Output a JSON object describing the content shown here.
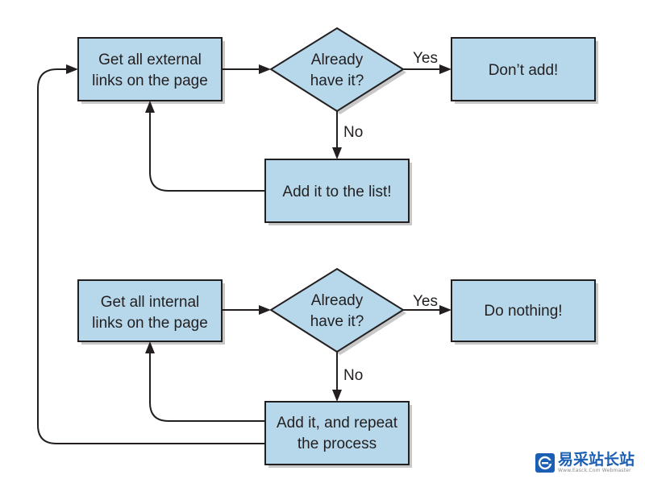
{
  "nodes": {
    "external": {
      "lines": [
        "Get all external",
        "links on the page"
      ]
    },
    "decision_top": {
      "lines": [
        "Already",
        "have it?"
      ]
    },
    "dont_add": {
      "lines": [
        "Don’t add!"
      ]
    },
    "add_list": {
      "lines": [
        "Add it to the list!"
      ]
    },
    "internal": {
      "lines": [
        "Get all internal",
        "links on the page"
      ]
    },
    "decision_bottom": {
      "lines": [
        "Already",
        "have it?"
      ]
    },
    "do_nothing": {
      "lines": [
        "Do nothing!"
      ]
    },
    "add_repeat": {
      "lines": [
        "Add it, and repeat",
        "the process"
      ]
    }
  },
  "edges": {
    "top_yes": "Yes",
    "top_no": "No",
    "bottom_yes": "Yes",
    "bottom_no": "No"
  },
  "watermark": {
    "icon": "e-logo-icon",
    "title": "易采站长站",
    "subtitle": "Www.Easck.Com  Webmaster",
    "color": "#1a5fb4"
  },
  "colors": {
    "box_fill": "#b7d8ea",
    "stroke": "#231f20",
    "shadow": "#c8c8c8"
  }
}
